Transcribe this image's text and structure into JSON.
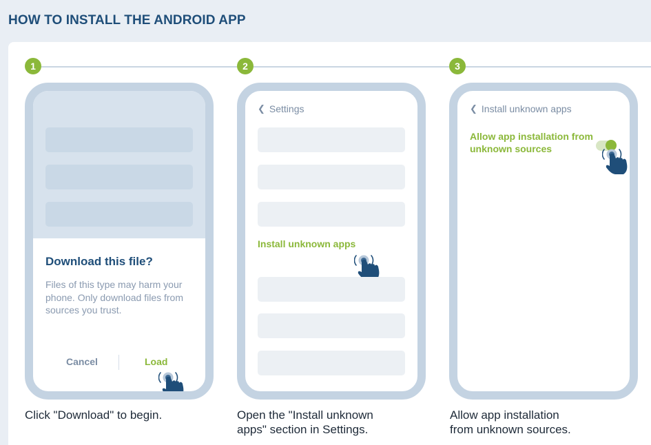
{
  "title": "HOW TO INSTALL THE ANDROID APP",
  "accent_color": "#8bb83a",
  "title_color": "#1f4e79",
  "steps": [
    {
      "number": "1",
      "dialog_title": "Download this file?",
      "dialog_body": "Files of this type may harm your phone. Only download files from sources you trust.",
      "cancel_label": "Cancel",
      "load_label": "Load",
      "caption": "Click \"Download\" to begin."
    },
    {
      "number": "2",
      "back_label": "Settings",
      "highlight_label": "Install unknown apps",
      "caption_line1": "Open the \"Install unknown",
      "caption_line2": "apps\" section in Settings."
    },
    {
      "number": "3",
      "back_label": "Install unknown apps",
      "option_line1": "Allow app installation from",
      "option_line2": "unknown sources",
      "toggle_state": "on",
      "caption_line1": "Allow app installation",
      "caption_line2": "from unknown sources."
    }
  ]
}
